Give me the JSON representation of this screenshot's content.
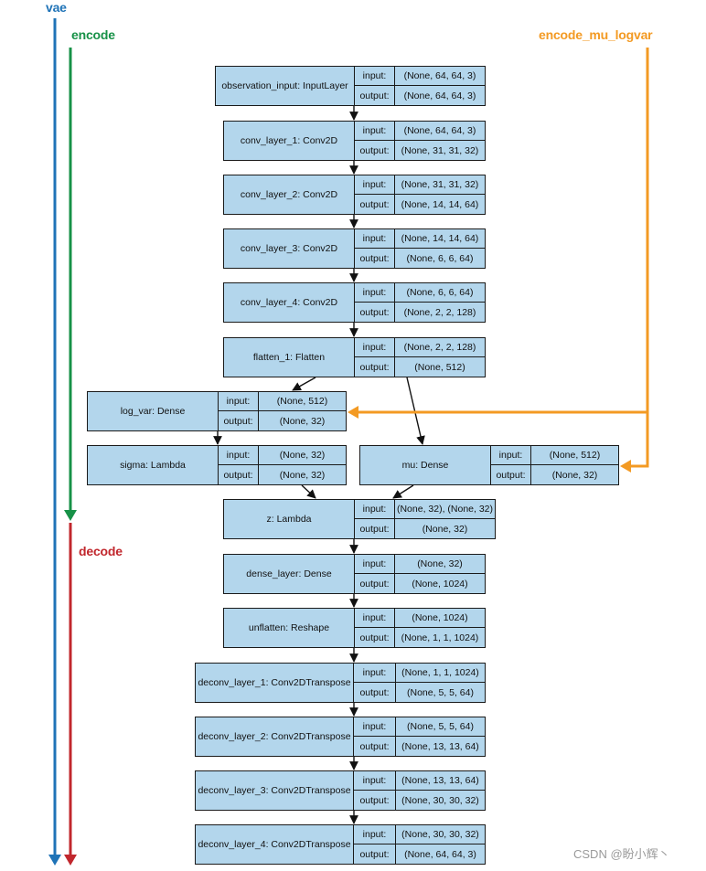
{
  "colors": {
    "vae": "#1f73b7",
    "encode": "#179147",
    "decode": "#c1272d",
    "encode_mu_logvar": "#f39a23",
    "box_fill": "#b3d6ec"
  },
  "labels": {
    "vae": "vae",
    "encode": "encode",
    "decode": "decode",
    "encode_mu_logvar": "encode_mu_logvar"
  },
  "io_labels": {
    "input": "input:",
    "output": "output:"
  },
  "layers": [
    {
      "id": "observation_input",
      "name": "observation_input: InputLayer",
      "input": "(None, 64, 64, 3)",
      "output": "(None, 64, 64, 3)"
    },
    {
      "id": "conv_layer_1",
      "name": "conv_layer_1: Conv2D",
      "input": "(None, 64, 64, 3)",
      "output": "(None, 31, 31, 32)"
    },
    {
      "id": "conv_layer_2",
      "name": "conv_layer_2: Conv2D",
      "input": "(None, 31, 31, 32)",
      "output": "(None, 14, 14, 64)"
    },
    {
      "id": "conv_layer_3",
      "name": "conv_layer_3: Conv2D",
      "input": "(None, 14, 14, 64)",
      "output": "(None, 6, 6, 64)"
    },
    {
      "id": "conv_layer_4",
      "name": "conv_layer_4: Conv2D",
      "input": "(None, 6, 6, 64)",
      "output": "(None, 2, 2, 128)"
    },
    {
      "id": "flatten_1",
      "name": "flatten_1: Flatten",
      "input": "(None, 2, 2, 128)",
      "output": "(None, 512)"
    },
    {
      "id": "log_var",
      "name": "log_var: Dense",
      "input": "(None, 512)",
      "output": "(None, 32)"
    },
    {
      "id": "sigma",
      "name": "sigma: Lambda",
      "input": "(None, 32)",
      "output": "(None, 32)"
    },
    {
      "id": "mu",
      "name": "mu: Dense",
      "input": "(None, 512)",
      "output": "(None, 32)"
    },
    {
      "id": "z",
      "name": "z: Lambda",
      "input": "(None, 32), (None, 32)",
      "output": "(None, 32)"
    },
    {
      "id": "dense_layer",
      "name": "dense_layer: Dense",
      "input": "(None, 32)",
      "output": "(None, 1024)"
    },
    {
      "id": "unflatten",
      "name": "unflatten: Reshape",
      "input": "(None, 1024)",
      "output": "(None, 1, 1, 1024)"
    },
    {
      "id": "deconv_layer_1",
      "name": "deconv_layer_1: Conv2DTranspose",
      "input": "(None, 1, 1, 1024)",
      "output": "(None, 5, 5, 64)"
    },
    {
      "id": "deconv_layer_2",
      "name": "deconv_layer_2: Conv2DTranspose",
      "input": "(None, 5, 5, 64)",
      "output": "(None, 13, 13, 64)"
    },
    {
      "id": "deconv_layer_3",
      "name": "deconv_layer_3: Conv2DTranspose",
      "input": "(None, 13, 13, 64)",
      "output": "(None, 30, 30, 32)"
    },
    {
      "id": "deconv_layer_4",
      "name": "deconv_layer_4: Conv2DTranspose",
      "input": "(None, 30, 30, 32)",
      "output": "(None, 64, 64, 3)"
    }
  ],
  "edges": [
    [
      "observation_input",
      "conv_layer_1"
    ],
    [
      "conv_layer_1",
      "conv_layer_2"
    ],
    [
      "conv_layer_2",
      "conv_layer_3"
    ],
    [
      "conv_layer_3",
      "conv_layer_4"
    ],
    [
      "conv_layer_4",
      "flatten_1"
    ],
    [
      "flatten_1",
      "log_var"
    ],
    [
      "flatten_1",
      "mu"
    ],
    [
      "log_var",
      "sigma"
    ],
    [
      "sigma",
      "z"
    ],
    [
      "mu",
      "z"
    ],
    [
      "z",
      "dense_layer"
    ],
    [
      "dense_layer",
      "unflatten"
    ],
    [
      "unflatten",
      "deconv_layer_1"
    ],
    [
      "deconv_layer_1",
      "deconv_layer_2"
    ],
    [
      "deconv_layer_2",
      "deconv_layer_3"
    ],
    [
      "deconv_layer_3",
      "deconv_layer_4"
    ]
  ],
  "watermark": "CSDN @盼小辉丶"
}
